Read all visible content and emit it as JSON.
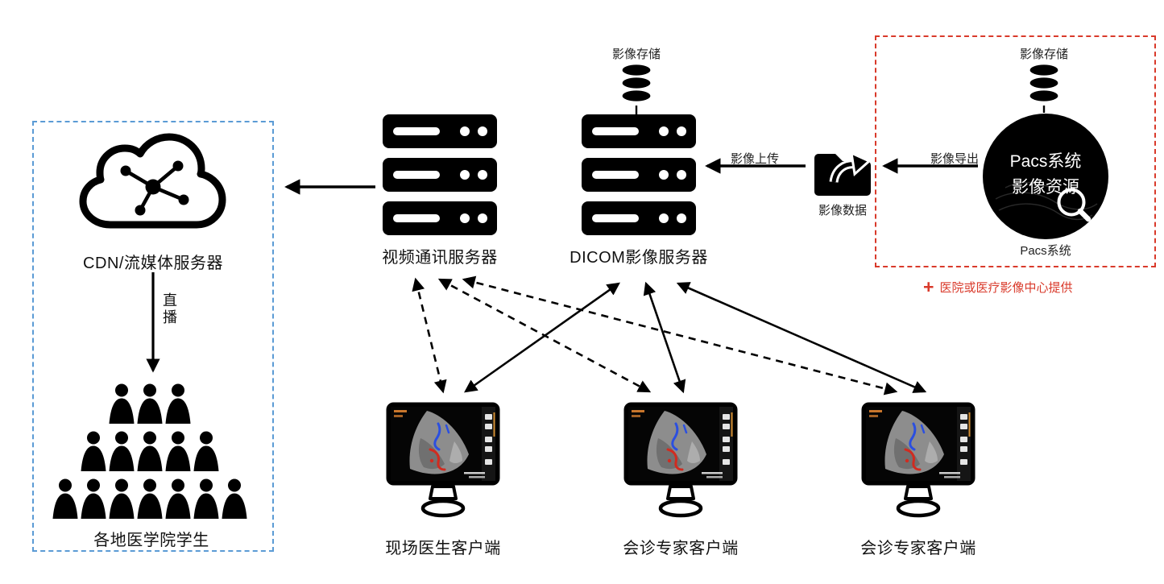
{
  "colors": {
    "accent_red": "#d93a2b",
    "accent_blue": "#5b9bd5",
    "ink": "#000000"
  },
  "icons": [
    "database-icon",
    "server-rack-icon",
    "cloud-network-icon",
    "magnifier-icon",
    "folder-export-icon",
    "monitor-icon",
    "person-icon",
    "plus-icon",
    "arrow-icon"
  ],
  "pacs": {
    "storage_label": "影像存储",
    "circle_title": "Pacs系统",
    "circle_subtitle": "影像资源",
    "caption": "Pacs系统",
    "note_plus": "+",
    "note_text": "医院或医疗影像中心提供"
  },
  "flow": {
    "export_label": "影像导出",
    "data_label": "影像数据",
    "upload_label": "影像上传"
  },
  "dicom": {
    "storage_label": "影像存储",
    "label": "DICOM影像服务器"
  },
  "video_server": {
    "label": "视频通讯服务器"
  },
  "cdn": {
    "label": "CDN/流媒体服务器",
    "live_label": "直播",
    "students_label": "各地医学院学生"
  },
  "clients": [
    {
      "label": "现场医生客户端"
    },
    {
      "label": "会诊专家客户端"
    },
    {
      "label": "会诊专家客户端"
    }
  ]
}
